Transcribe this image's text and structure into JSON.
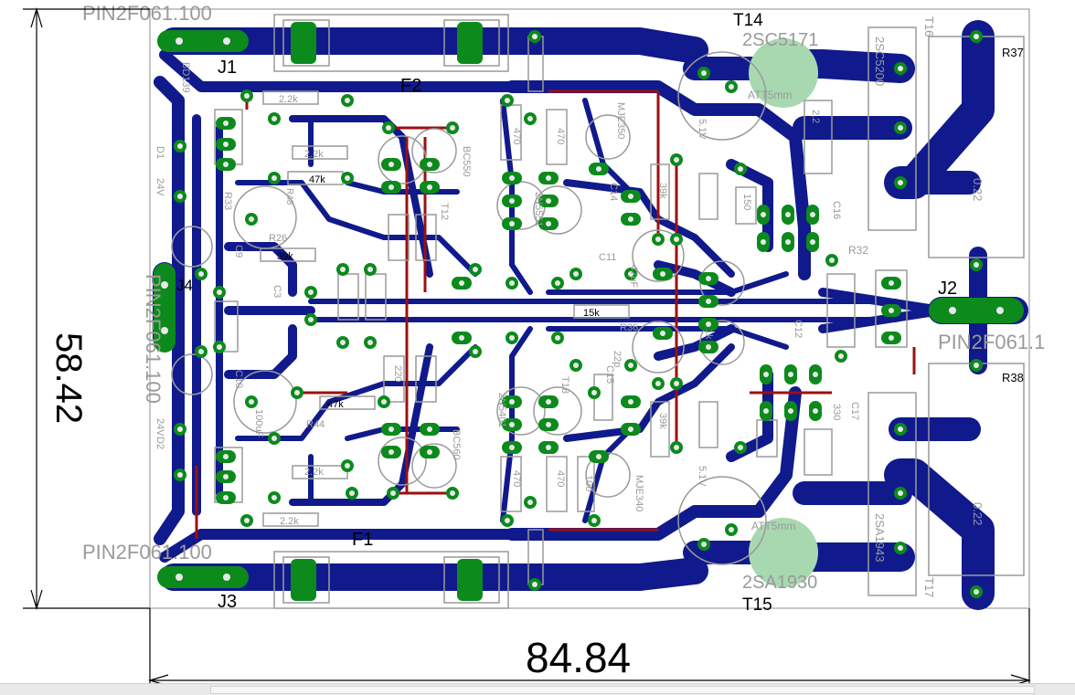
{
  "dimensions": {
    "width": "84.84",
    "height": "58.42"
  },
  "connectors": [
    {
      "id": "j1",
      "ref": "J1",
      "part": "PIN2F061.100"
    },
    {
      "id": "j2",
      "ref": "J2",
      "part": "PIN2F061.1"
    },
    {
      "id": "j3",
      "ref": "J3",
      "part": "PIN2F061.100"
    },
    {
      "id": "j4",
      "ref": "J4",
      "part": "PIN2F061.100"
    }
  ],
  "fuses": [
    {
      "ref": "F2"
    },
    {
      "ref": "F1"
    }
  ],
  "transistors": [
    {
      "ref": "T14",
      "part": "2SC5171",
      "heatsink": "ATT5mm"
    },
    {
      "ref": "T15",
      "part": "2SA1930",
      "heatsink": "ATT5mm"
    },
    {
      "ref": "T16",
      "part": "2SC5200"
    },
    {
      "ref": "T17",
      "part": "2SA1943"
    }
  ],
  "resistors": [
    {
      "ref": "R37",
      "value": "0.22"
    },
    {
      "ref": "R38",
      "value": "0.22"
    },
    {
      "ref": "R26",
      "value": "39k"
    },
    {
      "ref": "R36",
      "value": "15k"
    },
    {
      "ref": "R44",
      "value": "47k"
    },
    {
      "ref": "R48",
      "value": "47k"
    },
    {
      "ref": "R32",
      "value": ""
    }
  ],
  "labels": [
    {
      "id": "bd139",
      "text": "BD139"
    },
    {
      "id": "d1",
      "text": "D1"
    },
    {
      "id": "d1v",
      "text": "24V"
    },
    {
      "id": "d2",
      "text": "D2"
    },
    {
      "id": "d2v",
      "text": "24V"
    },
    {
      "id": "r33",
      "text": "R33"
    },
    {
      "id": "c9",
      "text": "C9"
    },
    {
      "id": "c3",
      "text": "C3"
    },
    {
      "id": "c10",
      "text": "C10"
    },
    {
      "id": "c16",
      "text": "C16"
    },
    {
      "id": "c17",
      "text": "C17"
    },
    {
      "id": "c15",
      "text": "C15"
    },
    {
      "id": "c14",
      "text": "C14"
    },
    {
      "id": "c11",
      "text": "C11"
    },
    {
      "id": "c12",
      "text": "C12"
    },
    {
      "id": "bc550",
      "text": "BC550"
    },
    {
      "id": "bc560",
      "text": "BC560"
    },
    {
      "id": "mje350",
      "text": "MJE350"
    },
    {
      "id": "mje340",
      "text": "MJE340"
    },
    {
      "id": "2n5551",
      "text": "2N5551"
    },
    {
      "id": "2n5401",
      "text": "2N5401"
    },
    {
      "id": "r2k2a",
      "text": "2.2k"
    },
    {
      "id": "r2k2b",
      "text": "2.2k"
    },
    {
      "id": "r2k2c",
      "text": "2.2k"
    },
    {
      "id": "r2k2d",
      "text": "2.2k"
    },
    {
      "id": "v51a",
      "text": "5.1V"
    },
    {
      "id": "v51b",
      "text": "5.1V"
    },
    {
      "id": "c100uf",
      "text": "100uF"
    },
    {
      "id": "c47uf",
      "text": "47uF"
    },
    {
      "id": "c22p",
      "text": "22p"
    },
    {
      "id": "r470a",
      "text": "470"
    },
    {
      "id": "r470b",
      "text": "470"
    },
    {
      "id": "r470c",
      "text": "470"
    },
    {
      "id": "r470d",
      "text": "470"
    },
    {
      "id": "r39ka",
      "text": "39k"
    },
    {
      "id": "r39kb",
      "text": "39k"
    },
    {
      "id": "r220",
      "text": "220"
    },
    {
      "id": "r100",
      "text": "100"
    },
    {
      "id": "r150",
      "text": "150"
    },
    {
      "id": "r330",
      "text": "330"
    },
    {
      "id": "r1k",
      "text": "1k"
    },
    {
      "id": "r2r2",
      "text": "2.2"
    },
    {
      "id": "t18",
      "text": "T18"
    },
    {
      "id": "t12",
      "text": "T12"
    }
  ],
  "colors": {
    "board": "#ffffff",
    "outline": "#8c8c8c",
    "trace": "#101a8c",
    "pad": "#0c8a1c",
    "via": "#e8e8e8",
    "heatsink": "#a8d8b0",
    "jumper": "#9c1010",
    "silk": "#9a9a9a",
    "dimension": "#000000"
  }
}
